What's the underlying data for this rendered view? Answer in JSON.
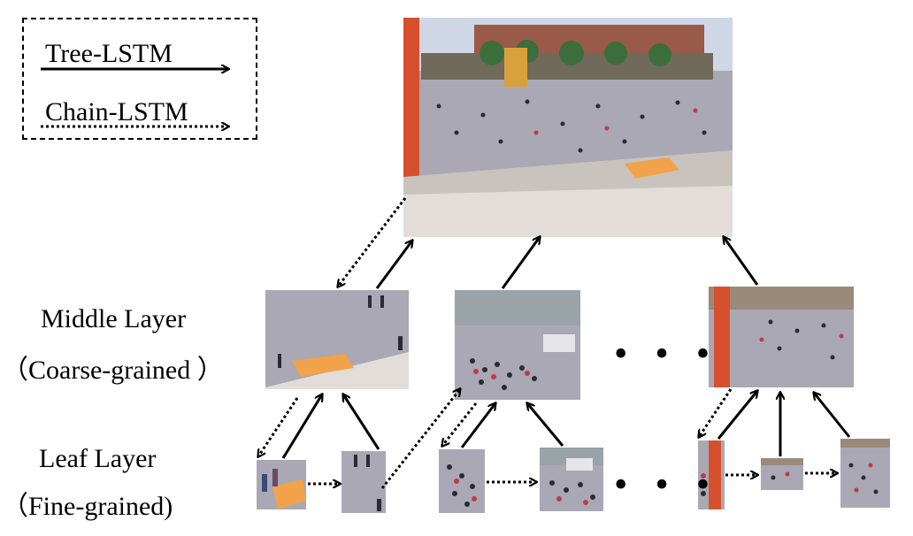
{
  "legend": {
    "tree_lstm": "Tree-LSTM",
    "chain_lstm": "Chain-LSTM"
  },
  "layers": {
    "middle_title": "Middle Layer",
    "middle_sub": "（Coarse-grained ）",
    "leaf_title": "Leaf Layer",
    "leaf_sub": "（Fine-grained)"
  },
  "ellipsis": "• • •",
  "colors": {
    "sky": "#cfd6e6",
    "ground": "#a9a8b4",
    "building": "#9a5a4a",
    "orange_board": "#f2a24a",
    "red_pillar": "#d7502e",
    "wall": "#d9d4d0",
    "arrow": "#000000"
  }
}
